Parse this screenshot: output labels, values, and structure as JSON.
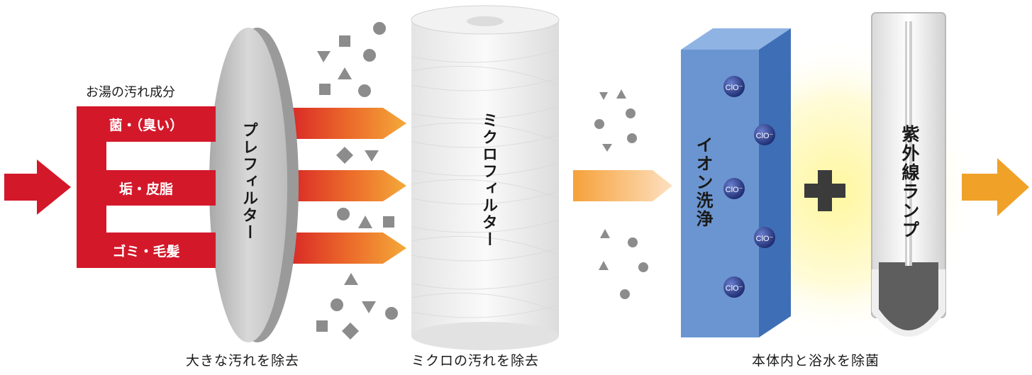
{
  "title": "お湯の汚れ成分",
  "contaminants": [
    "菌・（臭い）",
    "垢・皮脂",
    "ゴミ・毛髪"
  ],
  "stages": {
    "prefilter": {
      "label": "プレフィルター",
      "caption": "大きな汚れを除去"
    },
    "microfilter": {
      "label": "ミクロフィルター",
      "caption": "ミクロの汚れを除去"
    },
    "ion": {
      "label": "イオン洗浄",
      "badge": "ClO⁻"
    },
    "uv": {
      "label": "紫外線ランプ",
      "caption": "本体内と浴水を除菌"
    }
  },
  "colors": {
    "red": "#d3182a",
    "orange": "#f0a128",
    "blue": "#6b95d0",
    "gray_shape": "#8c8c8c"
  },
  "icons": [
    "plus-icon",
    "arrow-icon",
    "particle-circle",
    "particle-square",
    "particle-triangle"
  ]
}
